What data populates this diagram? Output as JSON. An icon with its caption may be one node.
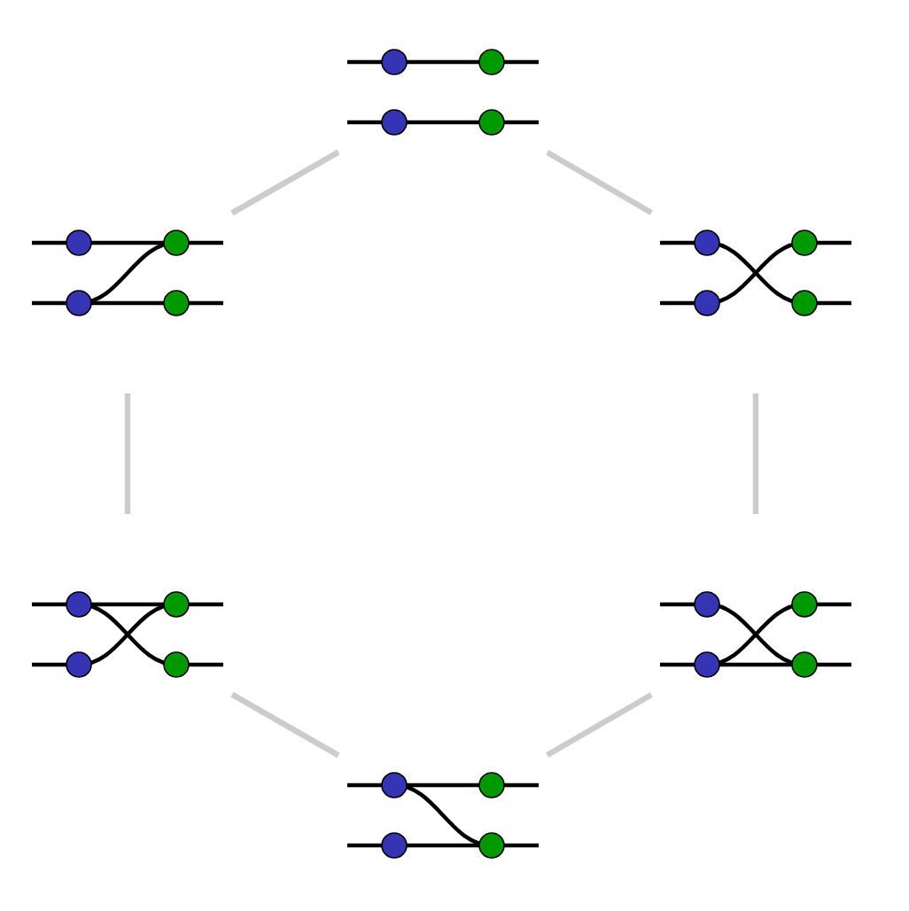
{
  "diagram": {
    "nodes": [
      {
        "text": [],
        "shape": "picture"
      },
      {
        "text": [],
        "shape": "picture"
      },
      {
        "text": [],
        "shape": "picture"
      },
      {
        "text": [],
        "shape": "picture"
      },
      {
        "text": [],
        "shape": "picture"
      },
      {
        "text": [],
        "shape": "picture"
      }
    ],
    "edges": [
      {
        "from": 0,
        "to": 1,
        "arrow": "none"
      },
      {
        "from": 0,
        "to": 2,
        "arrow": "none"
      },
      {
        "from": 1,
        "to": 3,
        "arrow": "none"
      },
      {
        "from": 2,
        "to": 4,
        "arrow": "none"
      },
      {
        "from": 3,
        "to": 5,
        "arrow": "none"
      },
      {
        "from": 4,
        "to": 5,
        "arrow": "none"
      }
    ]
  }
}
